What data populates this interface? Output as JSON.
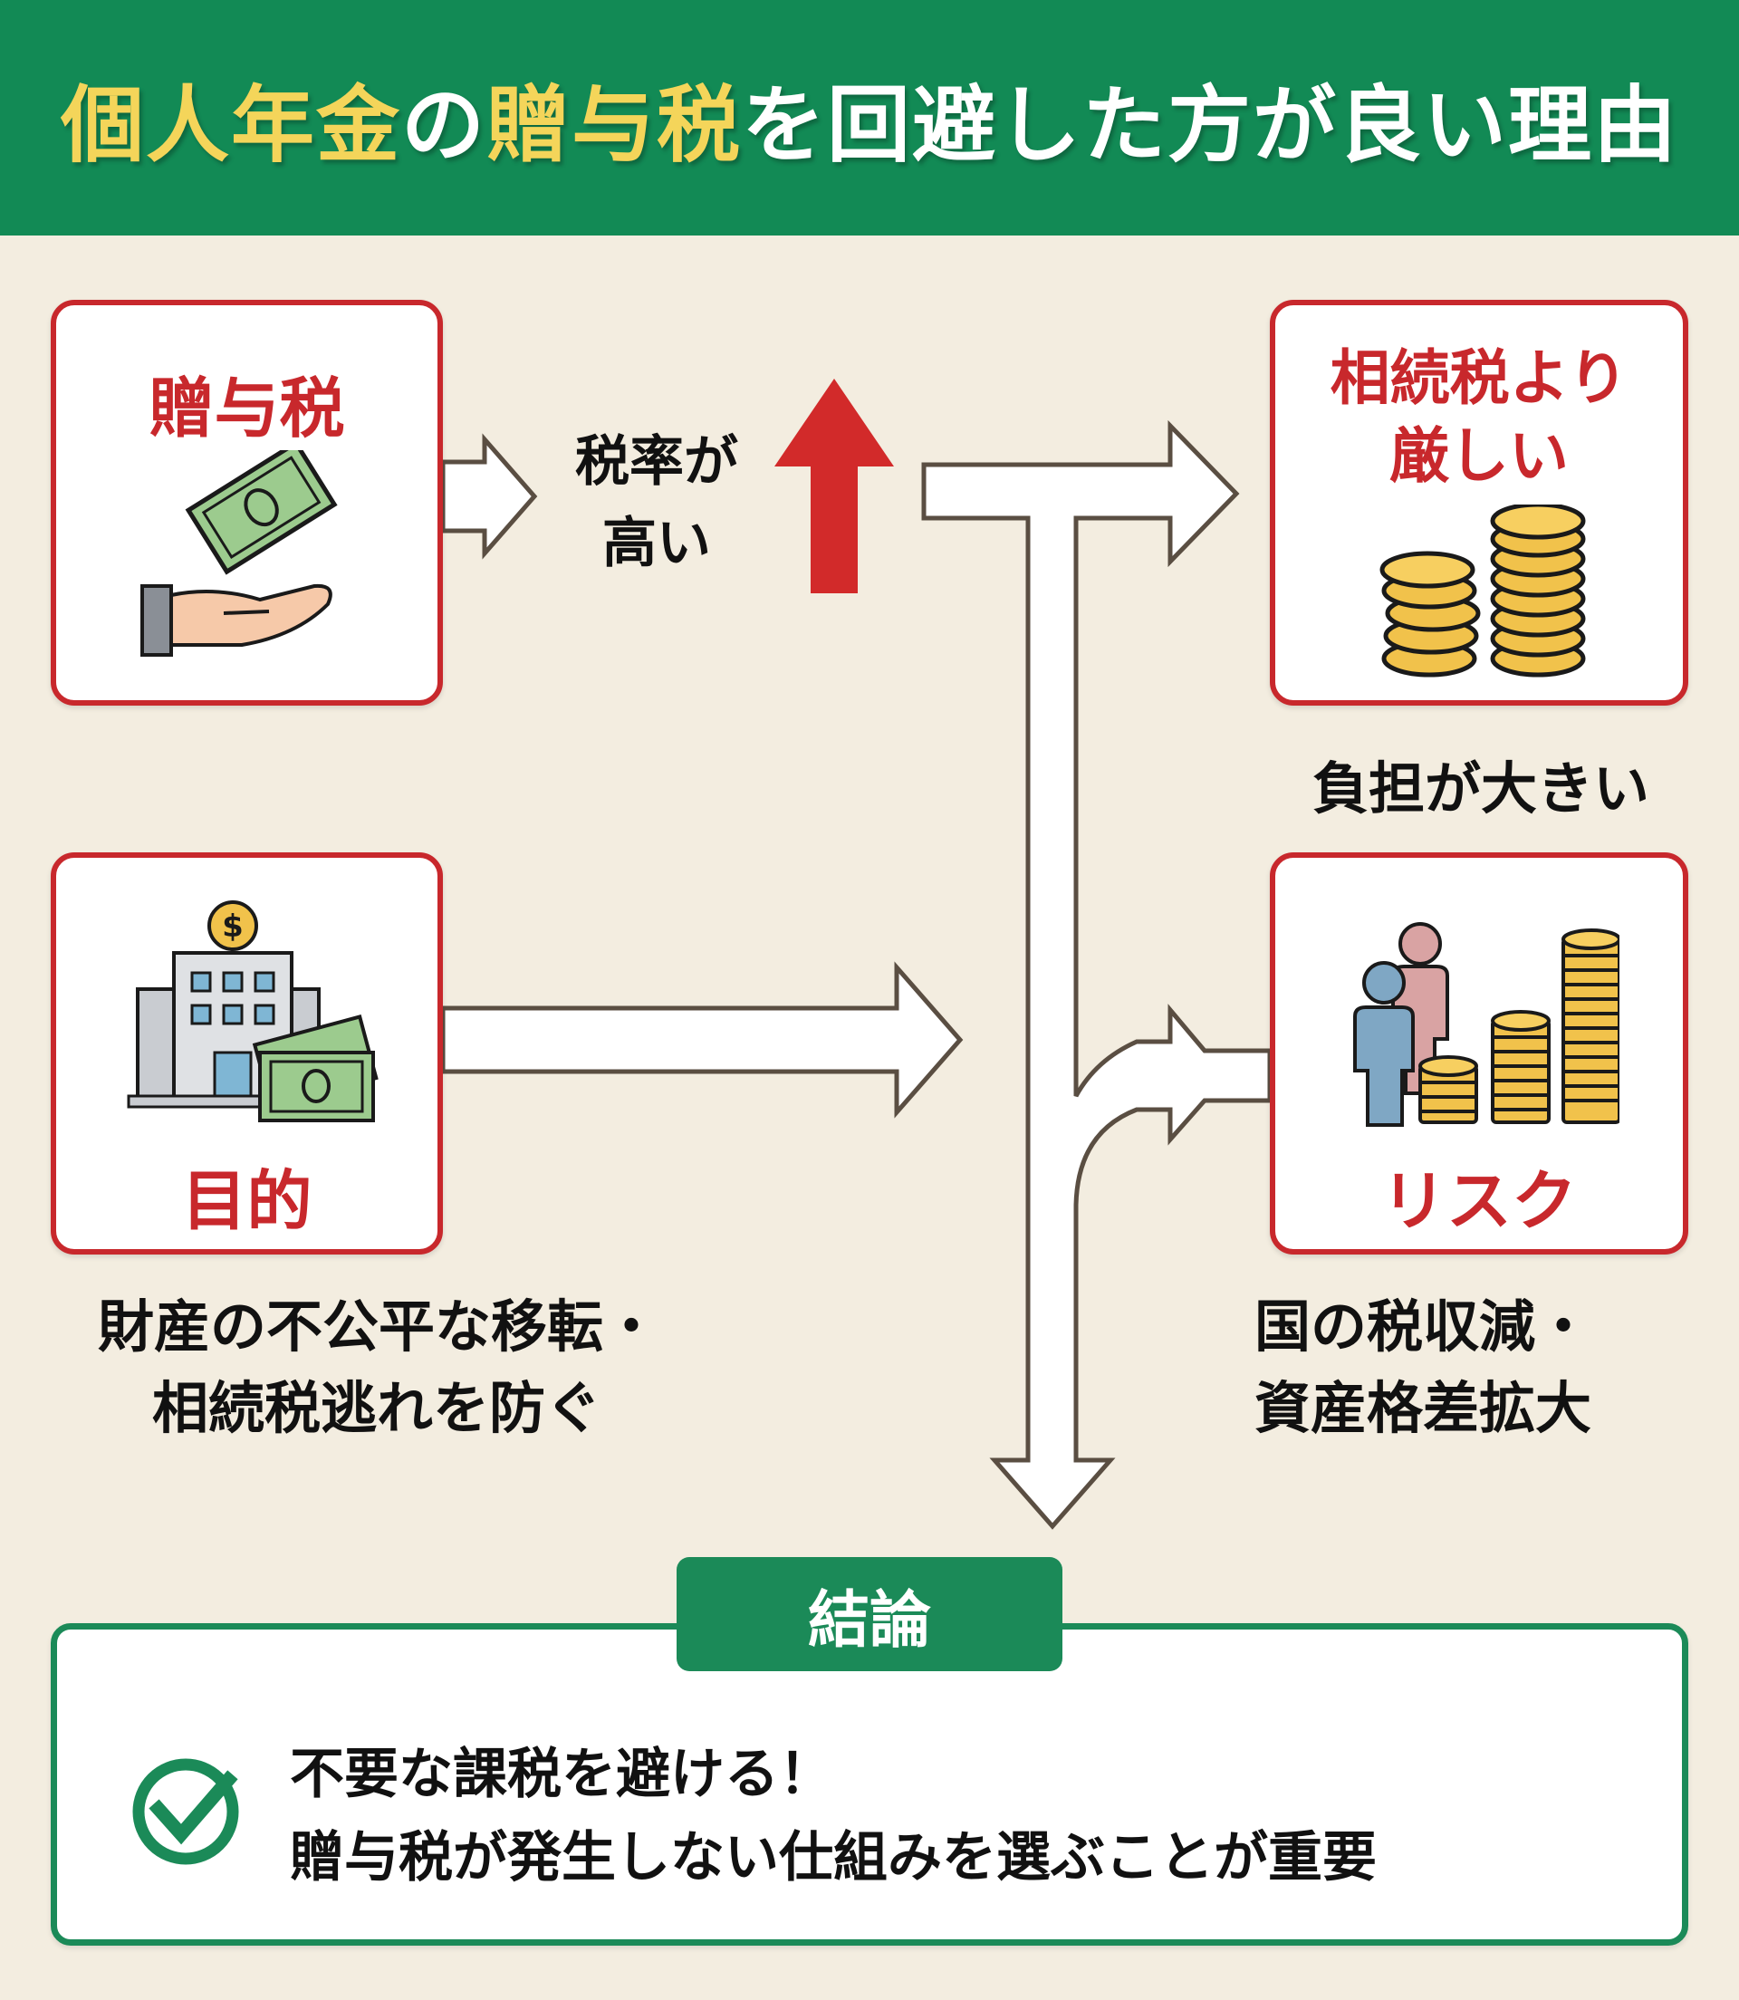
{
  "header": {
    "title_parts": [
      {
        "text": "個人年金",
        "style": "highlight"
      },
      {
        "text": "の",
        "style": "normal"
      },
      {
        "text": "贈与税",
        "style": "highlight"
      },
      {
        "text": "を回避した方が良い理由",
        "style": "normal"
      }
    ]
  },
  "colors": {
    "header_bg": "#128a55",
    "title_highlight": "#f4d55a",
    "card_border": "#c8282c",
    "conclusion_green": "#1b8a58",
    "background": "#f3ede0"
  },
  "cards": {
    "gift_tax": {
      "label": "贈与税",
      "icon": "hand-money-icon"
    },
    "stricter": {
      "label_line1": "相続税より",
      "label_line2": "厳しい",
      "icon": "coin-stacks-icon"
    },
    "purpose": {
      "label": "目的",
      "icon": "bank-money-icon"
    },
    "risk": {
      "label": "リスク",
      "icon": "people-coins-icon"
    }
  },
  "captions": {
    "high_rate_line1": "税率が",
    "high_rate_line2": "高い",
    "burden": "負担が大きい",
    "purpose_line1": "財産の不公平な移転・",
    "purpose_line2": "相続税逃れを防ぐ",
    "risk_line1": "国の税収減・",
    "risk_line2": "資産格差拡大"
  },
  "conclusion": {
    "tab_label": "結論",
    "line1": "不要な課税を避ける！",
    "line2": "贈与税が発生しない仕組みを選ぶことが重要",
    "icon": "check-circle-icon"
  }
}
